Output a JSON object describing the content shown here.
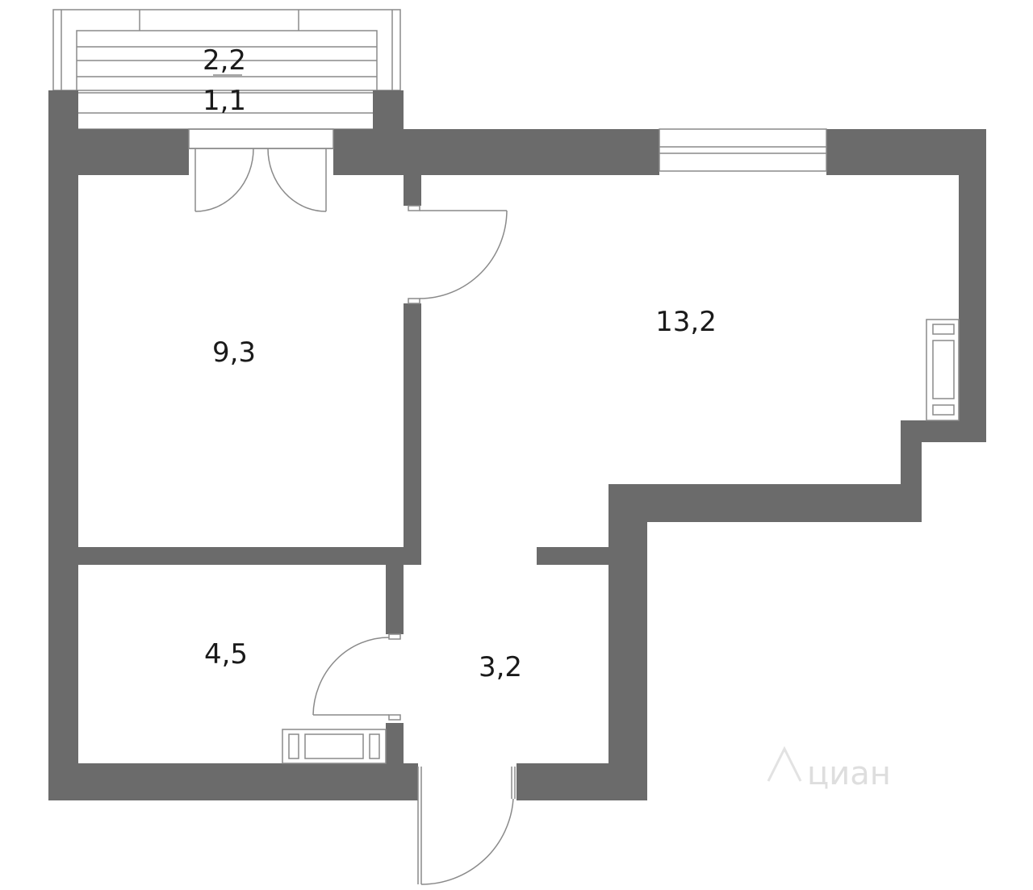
{
  "rooms": {
    "balcony_area_total": "2,2",
    "balcony_area_reduced": "1,1",
    "room_1": "9,3",
    "room_2": "13,2",
    "bathroom": "4,5",
    "hallway": "3,2"
  },
  "watermark": "циан",
  "colors": {
    "wall": "#6b6b6b",
    "line": "#8a8a8a",
    "text": "#1a1a1a"
  }
}
